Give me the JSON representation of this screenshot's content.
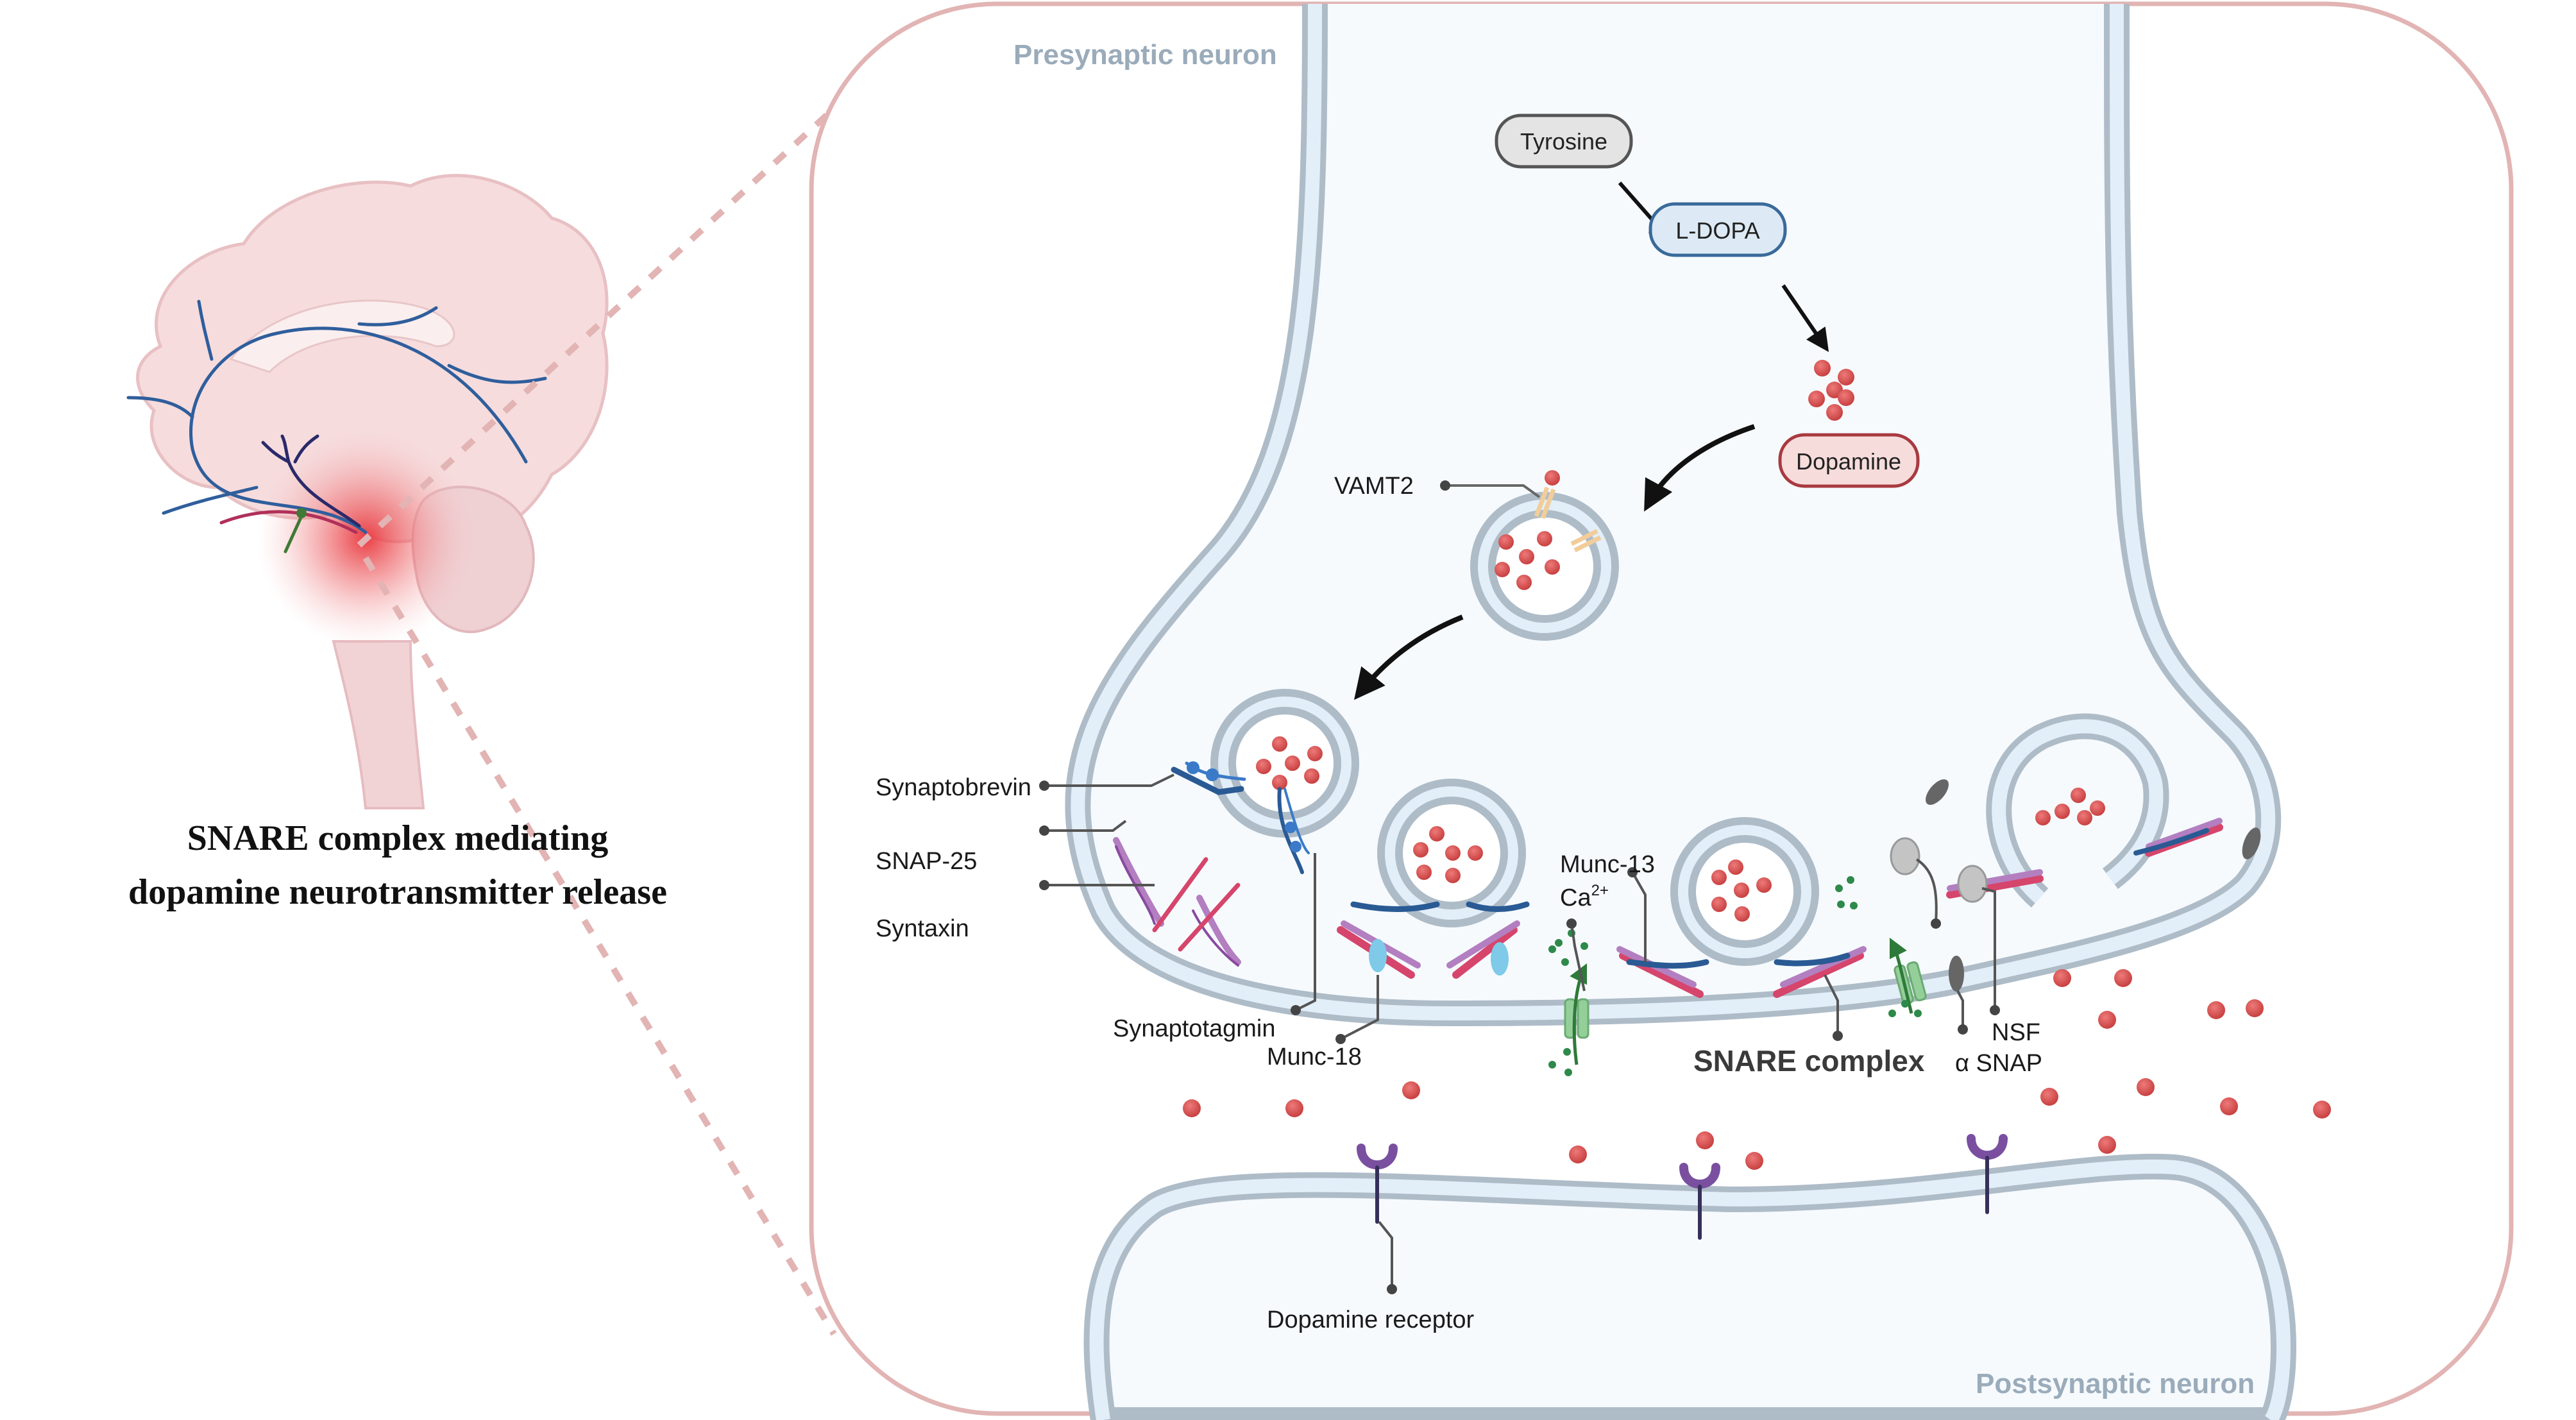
{
  "title": {
    "line1": "SNARE complex mediating",
    "line2": "dopamine neurotransmitter release"
  },
  "regions": {
    "presynaptic": "Presynaptic neuron",
    "postsynaptic": "Postsynaptic neuron"
  },
  "pathway": {
    "steps": [
      "Tyrosine",
      "L-DOPA",
      "Dopamine"
    ]
  },
  "labels": {
    "vamt2": "VAMT2",
    "synaptobrevin": "Synaptobrevin",
    "snap25": "SNAP-25",
    "syntaxin": "Syntaxin",
    "synaptotagmin": "Synaptotagmin",
    "munc18": "Munc-18",
    "munc13": "Munc-13",
    "calcium": "Ca",
    "calcium_sup": "2+",
    "snare_complex": "SNARE complex",
    "nsf": "NSF",
    "alpha_snap": "α SNAP",
    "dopamine_receptor": "Dopamine receptor"
  },
  "colors": {
    "frame": "#e2b4b4",
    "membrane": "#aebcc8",
    "membrane_fill": "#e2eef8",
    "cytoplasm": "#f6fafd",
    "dopamine": "#d94f4f",
    "syntaxin": "#d6456b",
    "snap25": "#a880b8",
    "synaptobrevin": "#2f6cb0",
    "calcium": "#2e8a4a",
    "receptor": "#7a4fa0"
  }
}
